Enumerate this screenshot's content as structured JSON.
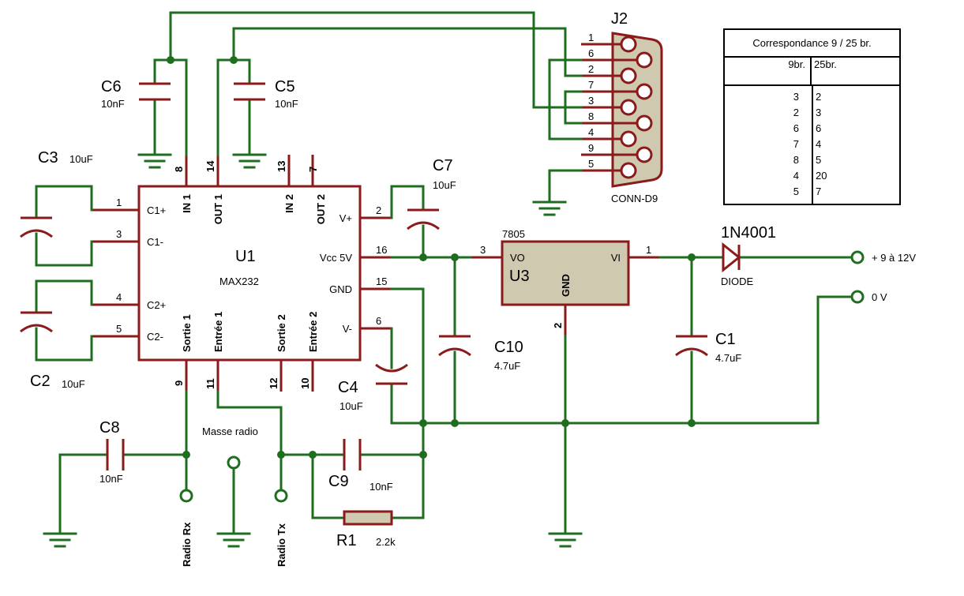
{
  "colors": {
    "wire": "#1f6e1f",
    "pin": "#8b1a1a",
    "ic_fill": "#cfc9b0"
  },
  "u1": {
    "ref": "U1",
    "part": "MAX232",
    "pins": {
      "c1p": "C1+",
      "c1m": "C1-",
      "c2p": "C2+",
      "c2m": "C2-",
      "vp": "V+",
      "vcc": "Vcc 5V",
      "gnd": "GND",
      "vm": "V-",
      "in1": "IN 1",
      "out1": "OUT 1",
      "in2": "IN 2",
      "out2": "OUT 2",
      "sortie1": "Sortie 1",
      "entree1": "Entrée 1",
      "sortie2": "Sortie 2",
      "entree2": "Entrée 2"
    },
    "pin_numbers": {
      "p1": "1",
      "p3": "3",
      "p4": "4",
      "p5": "5",
      "p2": "2",
      "p16": "16",
      "p15": "15",
      "p6": "6",
      "p8": "8",
      "p14": "14",
      "p13": "13",
      "p7": "7",
      "p9": "9",
      "p11": "11",
      "p12": "12",
      "p10": "10"
    }
  },
  "u3": {
    "ref": "U3",
    "part": "7805",
    "vo": "VO",
    "vi": "VI",
    "gnd": "GND",
    "p3": "3",
    "p1": "1",
    "p2": "2"
  },
  "j2": {
    "ref": "J2",
    "part": "CONN-D9",
    "pins": [
      "1",
      "6",
      "2",
      "7",
      "3",
      "8",
      "4",
      "9",
      "5"
    ]
  },
  "caps": {
    "c1": {
      "ref": "C1",
      "value": "4.7uF"
    },
    "c2": {
      "ref": "C2",
      "value": "10uF"
    },
    "c3": {
      "ref": "C3",
      "value": "10uF"
    },
    "c4": {
      "ref": "C4",
      "value": "10uF"
    },
    "c5": {
      "ref": "C5",
      "value": "10nF"
    },
    "c6": {
      "ref": "C6",
      "value": "10nF"
    },
    "c7": {
      "ref": "C7",
      "value": "10uF"
    },
    "c8": {
      "ref": "C8",
      "value": "10nF"
    },
    "c9": {
      "ref": "C9",
      "value": "10nF"
    },
    "c10": {
      "ref": "C10",
      "value": "4.7uF"
    }
  },
  "r1": {
    "ref": "R1",
    "value": "2.2k"
  },
  "diode": {
    "ref": "1N4001",
    "type": "DIODE"
  },
  "terminals": {
    "vin": "+ 9 à 12V",
    "zero": "0 V",
    "masse": "Masse radio",
    "rx": "Radio Rx",
    "tx": "Radio Tx"
  },
  "table": {
    "title": "Correspondance 9 / 25 br.",
    "col1": "9br.",
    "col2": "25br.",
    "rows": [
      [
        "3",
        "2"
      ],
      [
        "2",
        "3"
      ],
      [
        "6",
        "6"
      ],
      [
        "7",
        "4"
      ],
      [
        "8",
        "5"
      ],
      [
        "4",
        "20"
      ],
      [
        "5",
        "7"
      ]
    ]
  }
}
